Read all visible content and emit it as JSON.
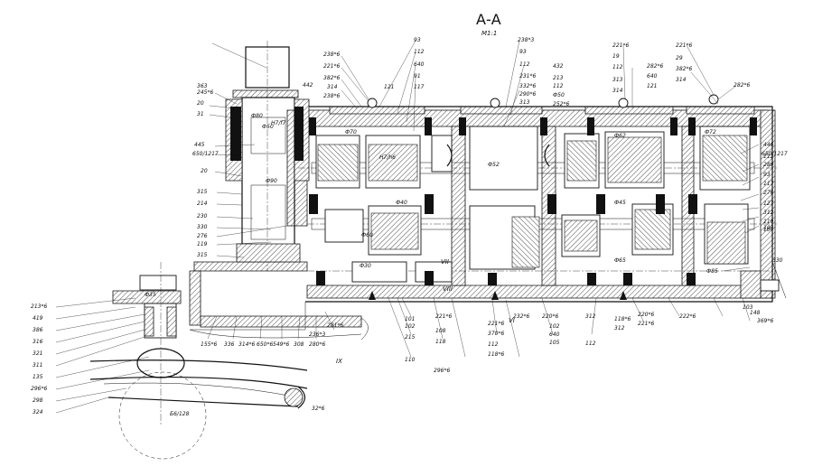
{
  "drawing": {
    "title": "А-А",
    "scale": "М1:1",
    "view_marks": [
      "IX",
      "VIII",
      "VII",
      "VI"
    ],
    "labels_left": [
      "363",
      "245*6",
      "20",
      "31",
      "445",
      "650/1217",
      "20",
      "315",
      "214",
      "230",
      "330",
      "276",
      "119",
      "315",
      "213*6",
      "419",
      "386",
      "316",
      "321",
      "311",
      "135",
      "296*6",
      "298",
      "324"
    ],
    "labels_top": [
      "238*6",
      "221*6",
      "382*6",
      "314",
      "238*6",
      "442",
      "121",
      "93",
      "112",
      "640",
      "91",
      "117",
      "238*3",
      "93",
      "112",
      "231*6",
      "332*6",
      "290*6",
      "313",
      "252*6",
      "432",
      "213",
      "112",
      "Ф50",
      "221*6",
      "19",
      "112",
      "282*6",
      "313",
      "314",
      "640",
      "121",
      "221*6",
      "29",
      "382*6",
      "314",
      "282*6",
      "112",
      "446",
      "650/1217",
      "280",
      "93",
      "117",
      "276",
      "127",
      "312",
      "119",
      "104"
    ],
    "labels_bottom": [
      "155*6",
      "336",
      "314*6",
      "650*6",
      "549*6",
      "308",
      "280*6",
      "236*3",
      "281*6",
      "101",
      "102",
      "215",
      "110",
      "296*6",
      "221*6",
      "108",
      "118",
      "221*6",
      "370*6",
      "112",
      "118*6",
      "232*6",
      "220*6",
      "102",
      "640",
      "105",
      "312",
      "112",
      "118*6",
      "312",
      "220*6",
      "221*6",
      "222*6",
      "103",
      "104",
      "148",
      "369*6",
      "330",
      "32*6",
      "Б6/128"
    ],
    "dimension_texts": [
      "Ф80",
      "Ф50",
      "Ф35",
      "Н7/f7",
      "Н7/h6",
      "Ф40",
      "Ф70",
      "Ф90",
      "Ф60",
      "Ф45",
      "Ф30",
      "Ф52",
      "Ф62",
      "Ф72",
      "Ф65",
      "Ф85"
    ]
  }
}
